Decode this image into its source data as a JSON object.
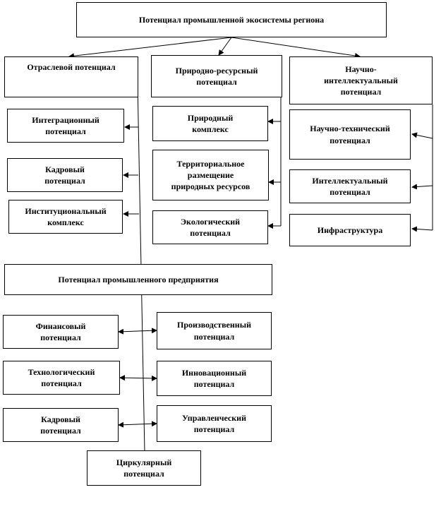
{
  "diagram": {
    "root": "Потенциал промышленной экосистемы региона",
    "branches": {
      "sector": {
        "title": "Отраслевой потенциал",
        "items": [
          "Интеграционный\nпотенциал",
          "Кадровый\nпотенциал",
          "Институциональный\nкомплекс"
        ]
      },
      "natural": {
        "title": "Природно-ресурсный\nпотенциал",
        "items": [
          "Природный\nкомплекс",
          "Территориальное\nразмещение\nприродных ресурсов",
          "Экологический\nпотенциал"
        ]
      },
      "science": {
        "title": "Научно-\nинтеллектуальный\nпотенциал",
        "items": [
          "Научно-технический\nпотенциал",
          "Интеллектуальный\nпотенциал",
          "Инфраструктура"
        ]
      }
    },
    "enterprise": {
      "title": "Потенциал промышленного предприятия",
      "left": [
        "Финансовый\nпотенциал",
        "Технологический\nпотенциал",
        "Кадровый\nпотенциал"
      ],
      "right": [
        "Производственный\nпотенциал",
        "Инновационный\nпотенциал",
        "Управленческий\nпотенциал"
      ]
    },
    "bottom": "Циркулярный\nпотенциал"
  }
}
